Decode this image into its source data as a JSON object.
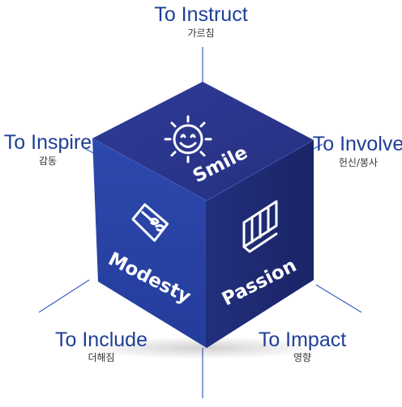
{
  "labels": {
    "top": {
      "title": "To Instruct",
      "subtitle": "가르침"
    },
    "upper_left": {
      "title": "To Inspire",
      "subtitle": "감동"
    },
    "upper_right": {
      "title": "To Involve",
      "subtitle": "헌신/봉사"
    },
    "lower_left": {
      "title": "To Include",
      "subtitle": "더해짐"
    },
    "lower_right": {
      "title": "To Impact",
      "subtitle": "영향"
    }
  },
  "cube": {
    "top_face": {
      "word": "Smile",
      "icon": "smiling-sun-icon"
    },
    "left_face": {
      "word": "Modesty",
      "icon": "folded-hands-icon"
    },
    "right_face": {
      "word": "Passion",
      "icon": "open-book-icon"
    }
  },
  "colors": {
    "top_face": "#2b3690",
    "left_face": "#2a43a6",
    "right_face": "#1e2a72",
    "label_text": "#1f3f97",
    "connector": "#3a5fc2"
  }
}
